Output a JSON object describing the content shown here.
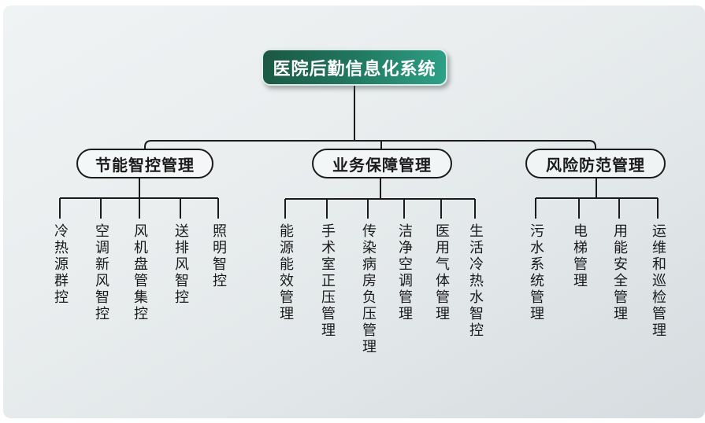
{
  "diagram": {
    "title": "医院后勤信息化系统",
    "root": {
      "label": "医院后勤信息化系统"
    },
    "branches": [
      {
        "label": "节能智控管理",
        "children": [
          "冷热源群控",
          "空调新风智控",
          "风机盘管集控",
          "送排风智控",
          "照明智控"
        ]
      },
      {
        "label": "业务保障管理",
        "children": [
          "能源能效管理",
          "手术室正压管理",
          "传染病房负压管理",
          "洁净空调管理",
          "医用气体管理",
          "生活冷热水智控"
        ]
      },
      {
        "label": "风险防范管理",
        "children": [
          "污水系统管理",
          "电梯管理",
          "用能安全管理",
          "运维和巡检管理"
        ]
      }
    ],
    "colors": {
      "root_gradient_left": "#1b5742",
      "root_gradient_right": "#2ea287",
      "root_text": "#ffffff",
      "branch_border": "#1b1b1b",
      "line": "#1b1b1b",
      "leaf_text": "#1b1b1b",
      "panel_top": "#f0f3f4",
      "panel_bottom": "#d6dcdf"
    }
  }
}
